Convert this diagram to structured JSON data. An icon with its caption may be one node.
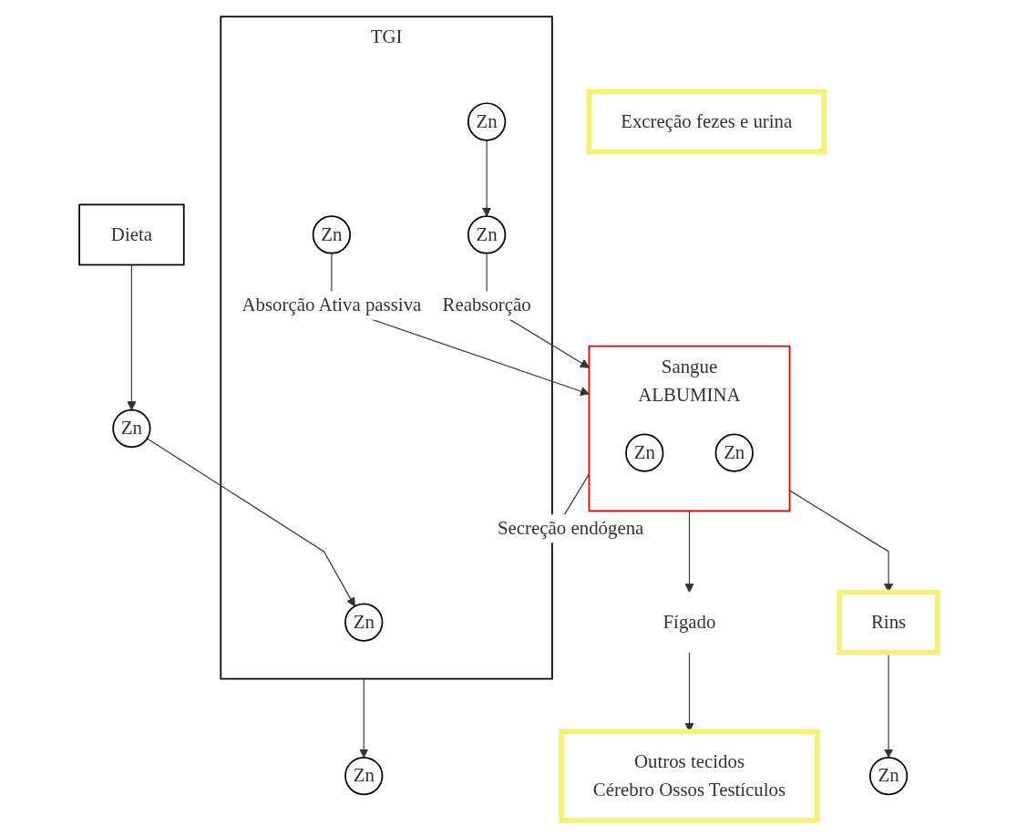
{
  "diagram": {
    "nodes": [
      {
        "text": [
          "Zn"
        ]
      },
      {
        "text": [
          "Dieta"
        ]
      },
      {
        "text": [
          "TGI"
        ]
      },
      {
        "text": [
          "Zn"
        ],
        "in": 2
      },
      {
        "text": [
          "Zn"
        ],
        "in": 2
      },
      {
        "text": [
          "Zn"
        ],
        "in": 2
      },
      {
        "text": [
          "Zn"
        ],
        "in": 2
      },
      {
        "text": [
          "Zn"
        ]
      },
      {
        "text": [
          "Sangue",
          "ALBUMINA"
        ]
      },
      {
        "text": [
          "Zn"
        ],
        "in": 8
      },
      {
        "text": [
          "Zn"
        ],
        "in": 8
      },
      {
        "text": [
          "Fígado"
        ]
      },
      {
        "text": [
          "Outros tecidos",
          "Cérebro Ossos Testículos"
        ]
      },
      {
        "text": [
          "Rins"
        ]
      },
      {
        "text": [
          "Zn"
        ]
      },
      {
        "text": [
          "Excreção fezes e urina"
        ]
      }
    ],
    "edges": [
      {
        "from": 1,
        "to": 0,
        "arrow": "to"
      },
      {
        "from": 0,
        "to": 3,
        "arrow": "to"
      },
      {
        "from": 4,
        "to": 8,
        "arrow": "to",
        "label": "Absorção Ativa passiva"
      },
      {
        "from": 8,
        "to": 2,
        "arrow": "to",
        "label": "Secreção endógena"
      },
      {
        "from": 5,
        "to": 6,
        "arrow": "to"
      },
      {
        "from": 6,
        "to": 8,
        "arrow": "to",
        "label": "Reabsorção"
      },
      {
        "from": 2,
        "to": 7,
        "arrow": "to"
      },
      {
        "from": 8,
        "to": 11,
        "arrow": "to"
      },
      {
        "from": 11,
        "to": 12,
        "arrow": "to"
      },
      {
        "from": 8,
        "to": 13,
        "arrow": "to"
      },
      {
        "from": 13,
        "to": 14,
        "arrow": "to"
      }
    ]
  }
}
